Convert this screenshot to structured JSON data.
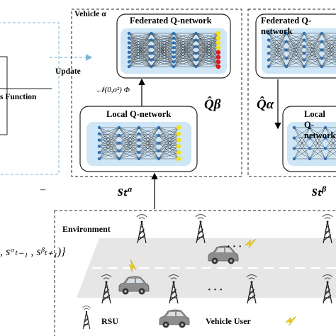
{
  "vehicle_alpha": {
    "label": "Vehicle α"
  },
  "federated_alpha": {
    "title": "Federated Q-network"
  },
  "local_alpha": {
    "title": "Local Q-network"
  },
  "federated_beta": {
    "title": "Federated Q-network"
  },
  "local_beta": {
    "title": "Local Q-network"
  },
  "update": {
    "label": "Update"
  },
  "loss": {
    "label": "s Function"
  },
  "noise": {
    "label": "𝒩(0,σ²)  Φ"
  },
  "q_beta": {
    "label": "Q̂β"
  },
  "q_alpha": {
    "label": "Q̂α"
  },
  "state_alpha": {
    "label": "sₜᵅ"
  },
  "state_beta": {
    "label": "sₜᵝ"
  },
  "dash": {
    "label": "–"
  },
  "formula": {
    "label": ", sᵅₜ₋₁ , sᵝₜ₊₁)}"
  },
  "environment": {
    "label": "Environment"
  },
  "ellipsis_top": {
    "label": "· · ·"
  },
  "ellipsis_bottom": {
    "label": "· · ·"
  },
  "legend": {
    "rsu": "RSU",
    "vehicle_user": "Vehicle User"
  },
  "colors": {
    "net_bg": "#cfe6f7",
    "node_yellow": "#f3e311",
    "node_red": "#e0161c",
    "node_blue": "#2e6fb7",
    "dashed_blue": "#7fb6d4",
    "road": "#e6e6e6",
    "car": "#8e8e8e",
    "lightning": "#f2d51b"
  }
}
